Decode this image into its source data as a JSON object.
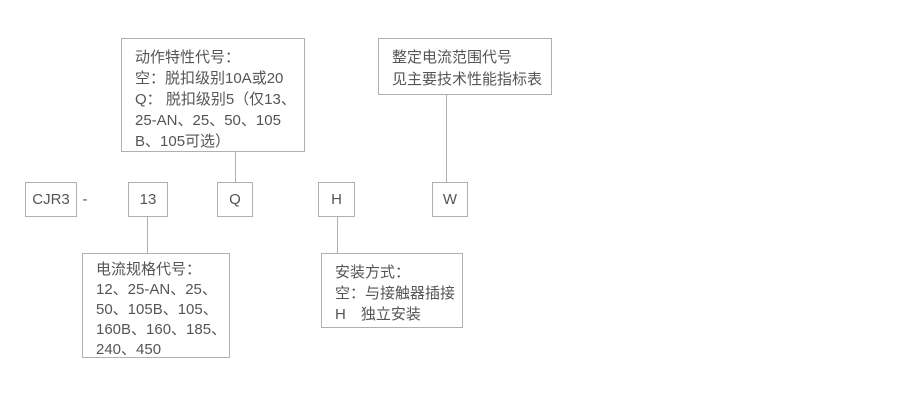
{
  "diagram": {
    "code": {
      "prefix": "CJR3",
      "dash": "-",
      "seg_current": "13",
      "seg_action": "Q",
      "seg_mount": "H",
      "seg_range": "W"
    },
    "action_characteristic": {
      "l1": "动作特性代号：",
      "l2": "空：脱扣级别10A或20",
      "l3": "Q： 脱扣级别5（仅13、",
      "l4": "25-AN、25、50、105",
      "l5": "B、105可选）"
    },
    "setting_current_range": {
      "l1": "整定电流范围代号",
      "l2": "见主要技术性能指标表"
    },
    "current_spec": {
      "l1": "电流规格代号：",
      "l2": "12、25-AN、25、",
      "l3": "50、105B、105、",
      "l4": "160B、160、185、",
      "l5": "240、450"
    },
    "mounting": {
      "l1": "安装方式：",
      "l2": "空：与接触器插接",
      "l3": "H　独立安装"
    },
    "colors": {
      "background": "#ffffff",
      "border": "#b0b0b0",
      "text": "#555555"
    }
  }
}
